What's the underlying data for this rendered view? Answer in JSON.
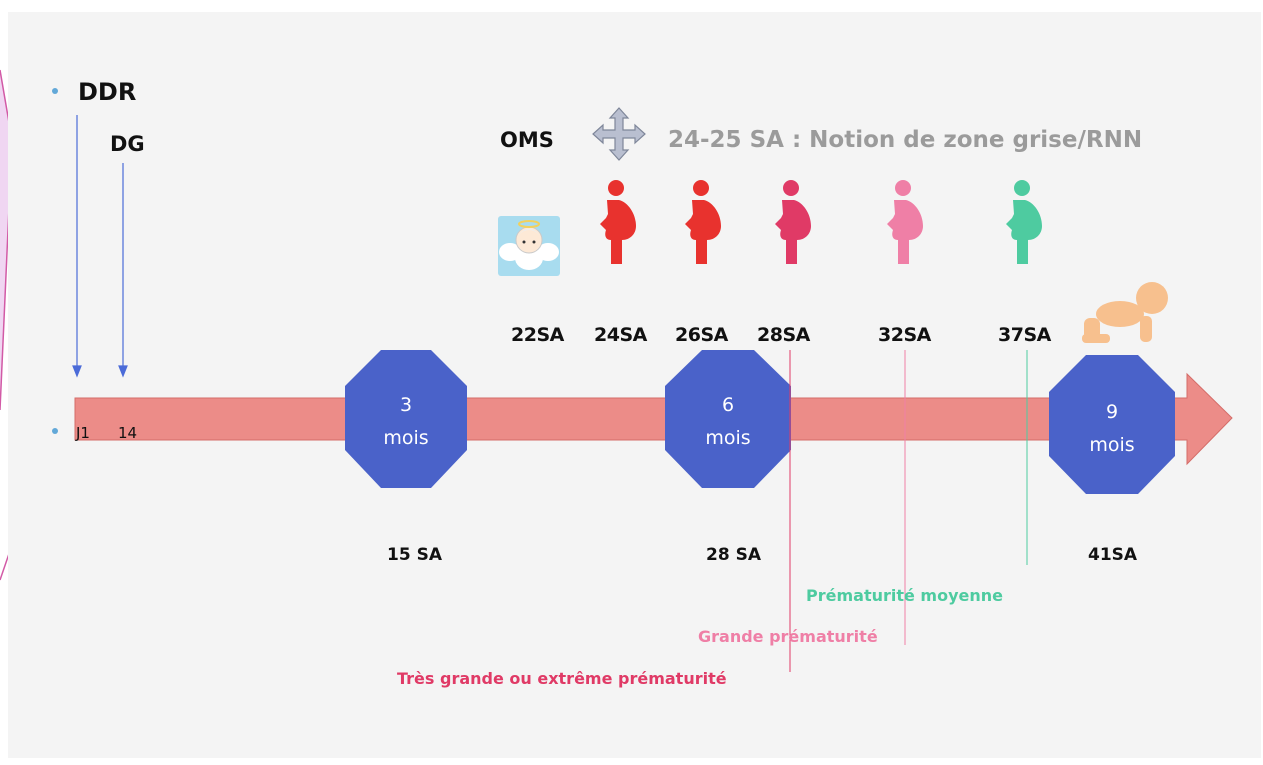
{
  "header": {
    "ddr": "DDR",
    "dg": "DG",
    "oms": "OMS",
    "zone_grise": "24-25 SA : Notion de zone grise/RNN"
  },
  "timeline_start": {
    "j1": "J1",
    "j14": "14"
  },
  "milestones_sa": [
    "22SA",
    "24SA",
    "26SA",
    "28SA",
    "32SA",
    "37SA"
  ],
  "octagons": [
    {
      "number": "3",
      "unit": "mois",
      "sa": "15 SA"
    },
    {
      "number": "6",
      "unit": "mois",
      "sa": "28 SA"
    },
    {
      "number": "9",
      "unit": "mois",
      "sa": "41SA"
    }
  ],
  "categories": {
    "moyenne": "Prématurité moyenne",
    "grande": "Grande prématurité",
    "extreme": "Très grande ou extrême prématurité"
  },
  "colors": {
    "arrow": "#ec8c88",
    "octagon": "#4a62c9",
    "red": "#e8322e",
    "crimson": "#e03a66",
    "pink": "#ef7fa6",
    "teal": "#4ecba0",
    "arrow_line": "#4b6bd8",
    "baby": "#f7c08e"
  },
  "icons": [
    "angel-icon",
    "move-arrows-icon",
    "pregnant-woman-icon",
    "crawling-baby-icon"
  ]
}
